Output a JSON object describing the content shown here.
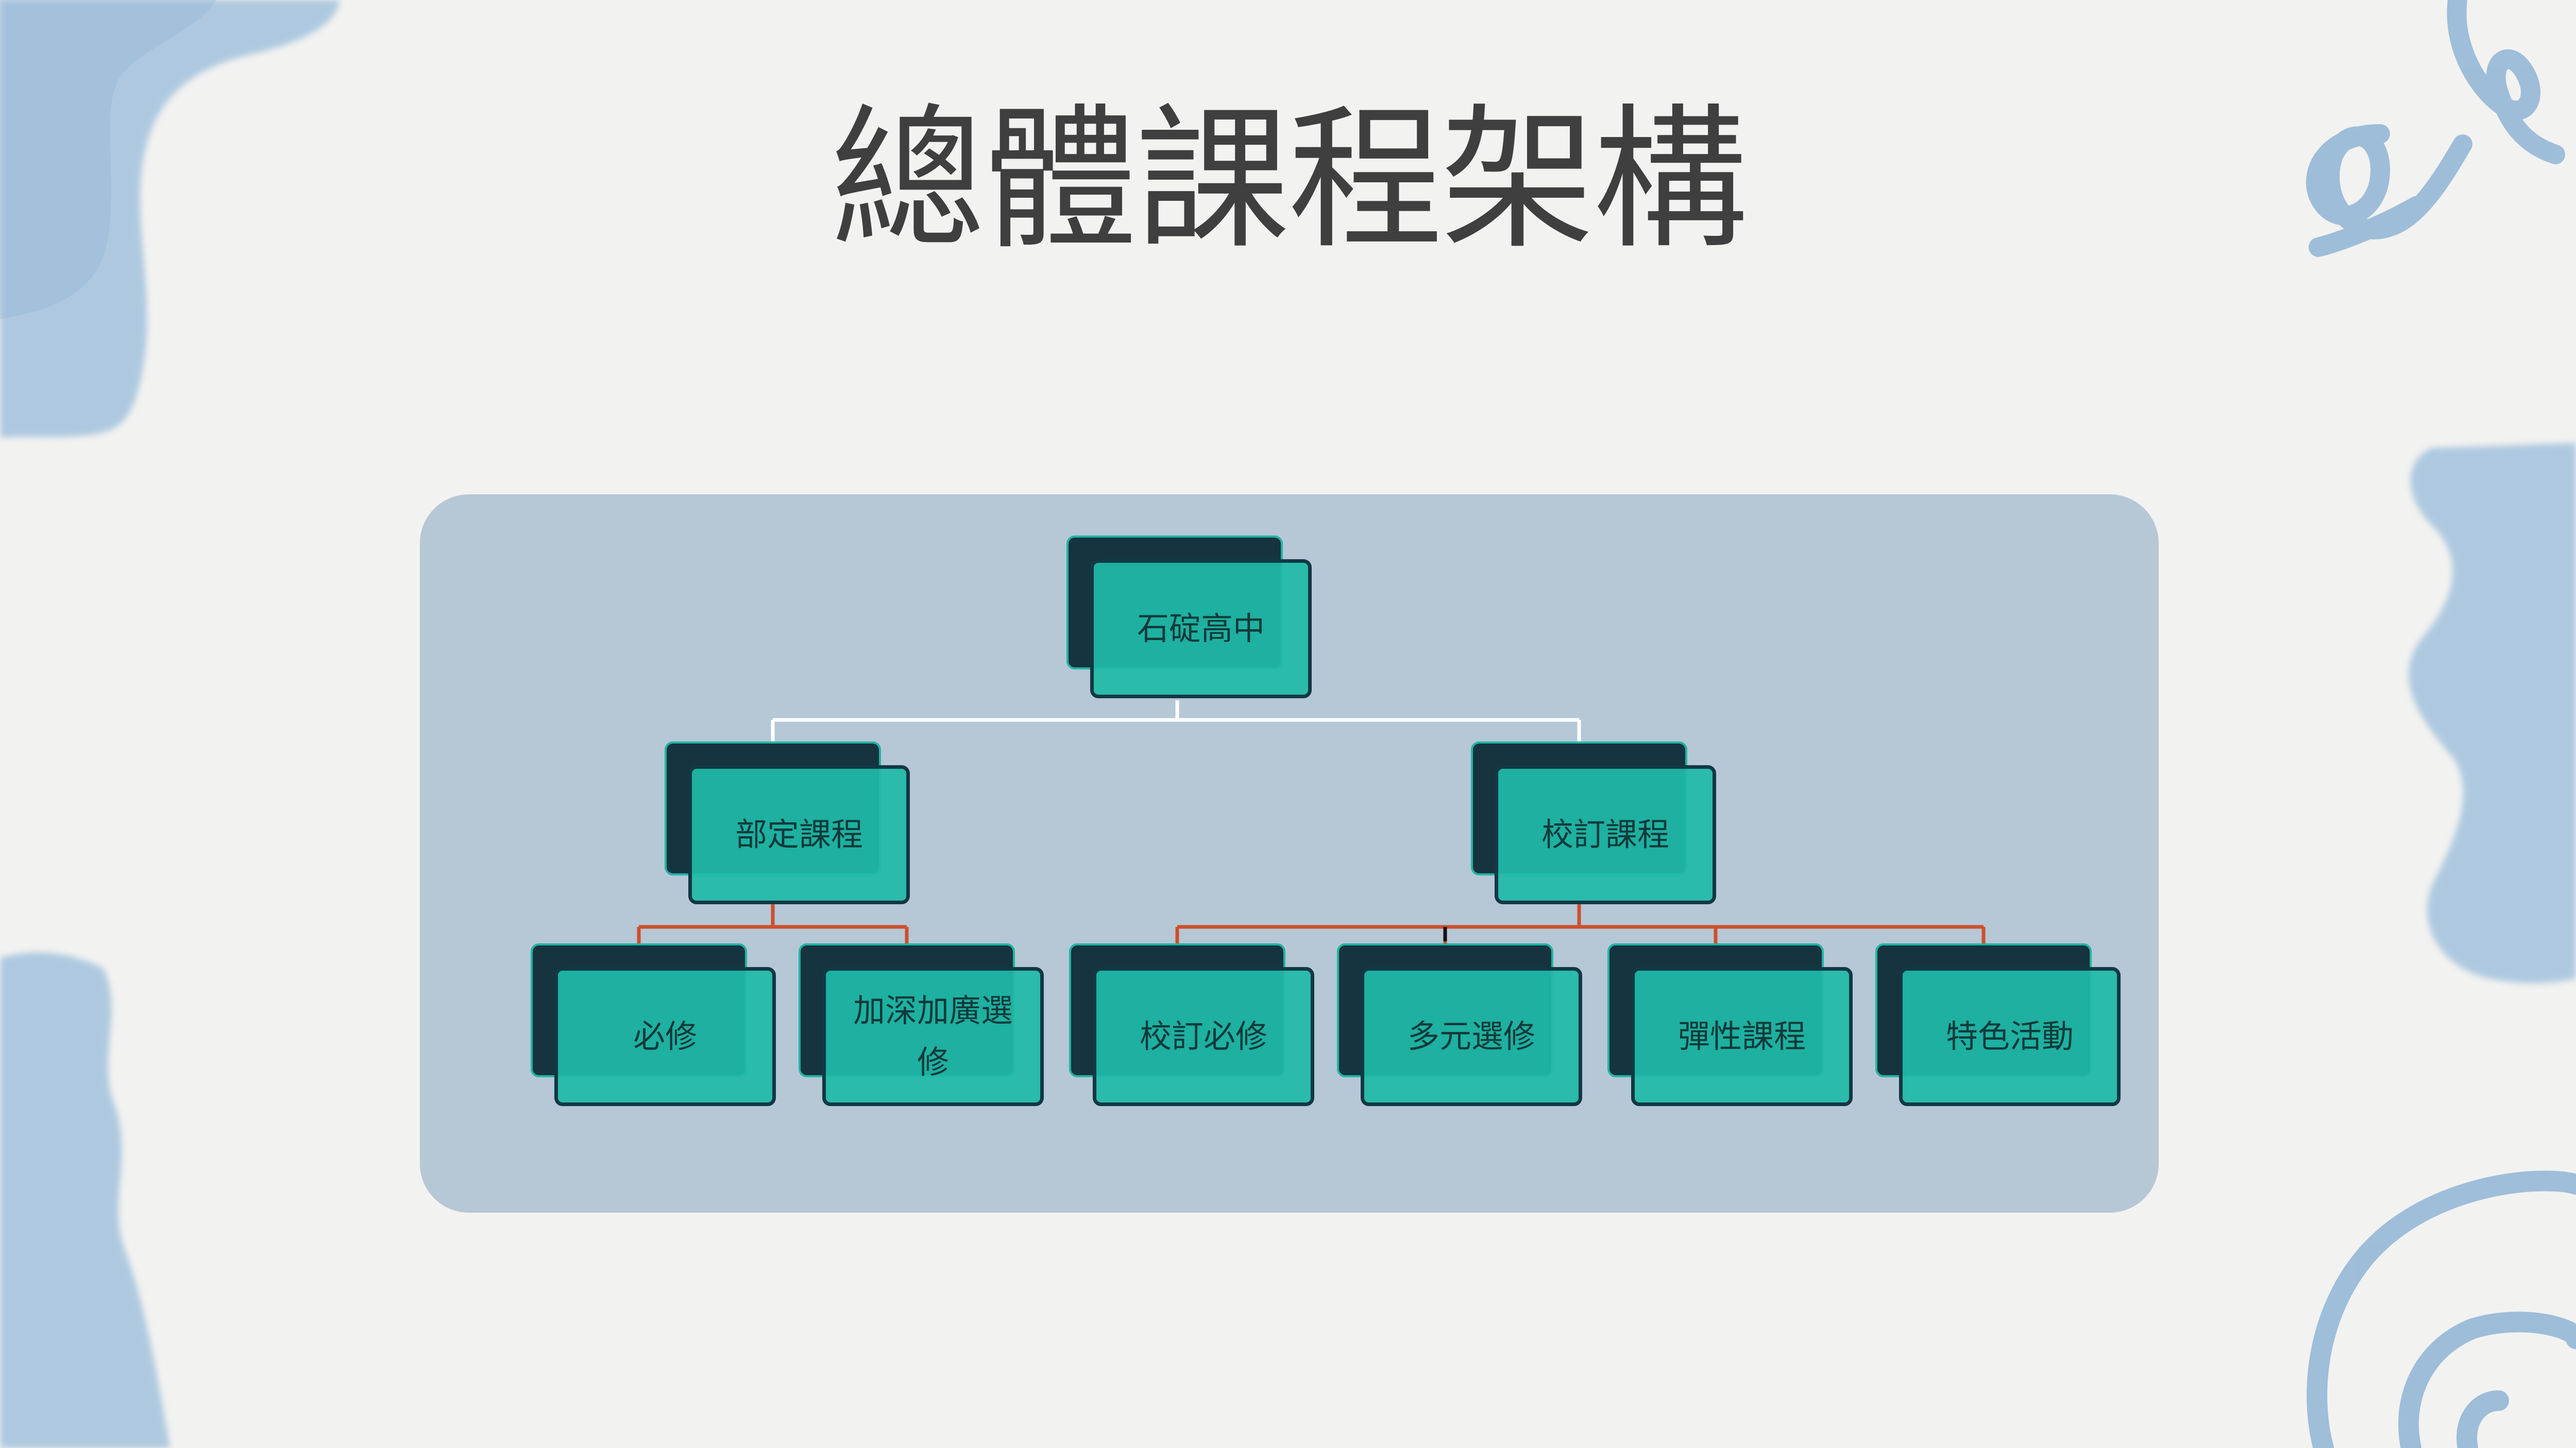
{
  "title": "總體課程架構",
  "org_chart": {
    "root": "石碇高中",
    "branches": [
      {
        "label": "部定課程",
        "children": [
          "必修",
          "加深加廣選修"
        ]
      },
      {
        "label": "校訂課程",
        "children": [
          "校訂必修",
          "多元選修",
          "彈性課程",
          "特色活動"
        ]
      }
    ]
  },
  "colors": {
    "background": "#f2f2f0",
    "panel": "#b6c7d6",
    "node_fill": "#1fbaa8",
    "node_shadow": "#15343f",
    "node_border": "#123844",
    "connector_top": "#ffffff",
    "connector_bottom": "#d0532e",
    "watercolor": "#9dbcd8"
  },
  "decorations": [
    "watercolor-blob",
    "swirl-doodle"
  ]
}
